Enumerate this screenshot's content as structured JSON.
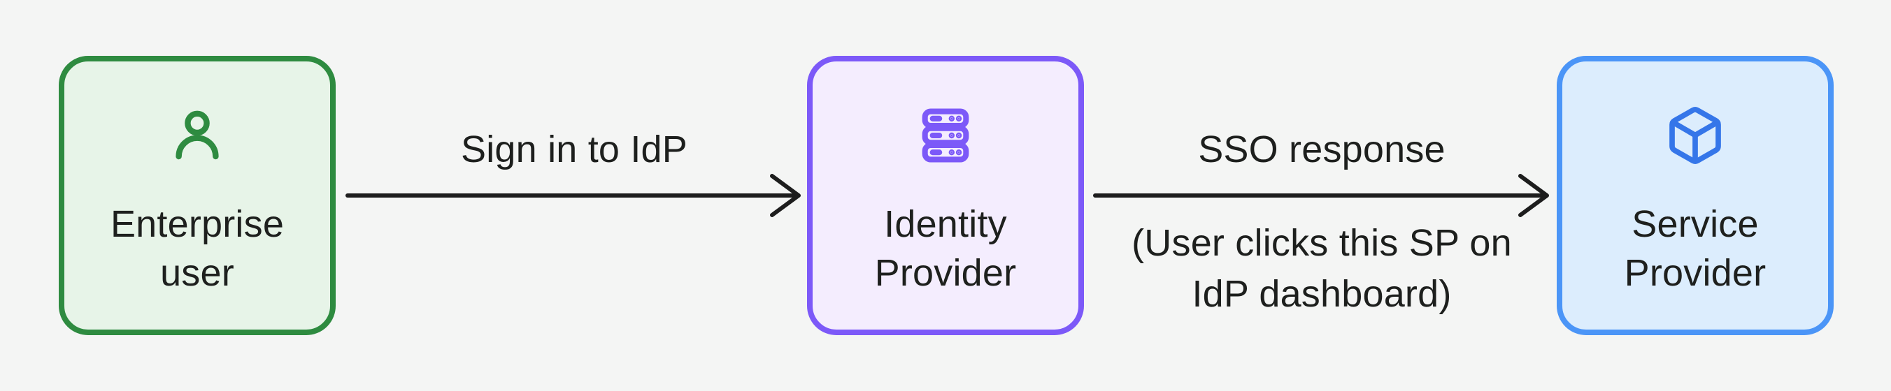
{
  "diagram": {
    "title_hint": "SSO IdP-initiated flow diagram",
    "background_color": "#f4f5f4",
    "text_color": "#1e201e",
    "arrow_color": "#1d1d1d"
  },
  "nodes": [
    {
      "label": "Enterprise user",
      "icon": "user-icon",
      "border": "#2e8b40",
      "fill": "#e7f4e8",
      "icon_color": "#2e8b40"
    },
    {
      "label": "Identity Provider",
      "icon": "server-stack-icon",
      "border": "#7c59f8",
      "fill": "#f4edfe",
      "icon_color": "#7c59f8"
    },
    {
      "label": "Service Provider",
      "icon": "cube-icon",
      "border": "#4b95f7",
      "fill": "#dcedfd",
      "icon_color": "#3576e9"
    }
  ],
  "edges": [
    {
      "label": "Sign in to IdP",
      "sublabel": ""
    },
    {
      "label": "SSO response",
      "sublabel": "(User clicks this SP on IdP dashboard)"
    }
  ]
}
